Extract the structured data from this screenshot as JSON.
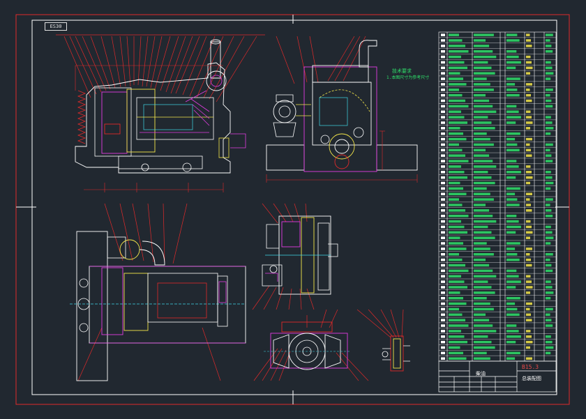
{
  "drawing": {
    "stamp": "ES30",
    "note_title": "技术要求",
    "note_sub": "1.本图尺寸为参考尺寸",
    "title_block": {
      "code": "B15.3",
      "title": "总装配图",
      "part_name": "柴油"
    }
  },
  "colors": {
    "background": "#212830",
    "frame": "#e02a2a",
    "outline": "#ffffff",
    "accent_magenta": "#e23ce2",
    "accent_yellow": "#f4e64a",
    "accent_green": "#2ee06a",
    "accent_cyan": "#3fd8e8"
  },
  "icons": [
    "engine-front-view",
    "engine-side-view",
    "engine-top-view",
    "pump-detail",
    "flange-detail"
  ]
}
